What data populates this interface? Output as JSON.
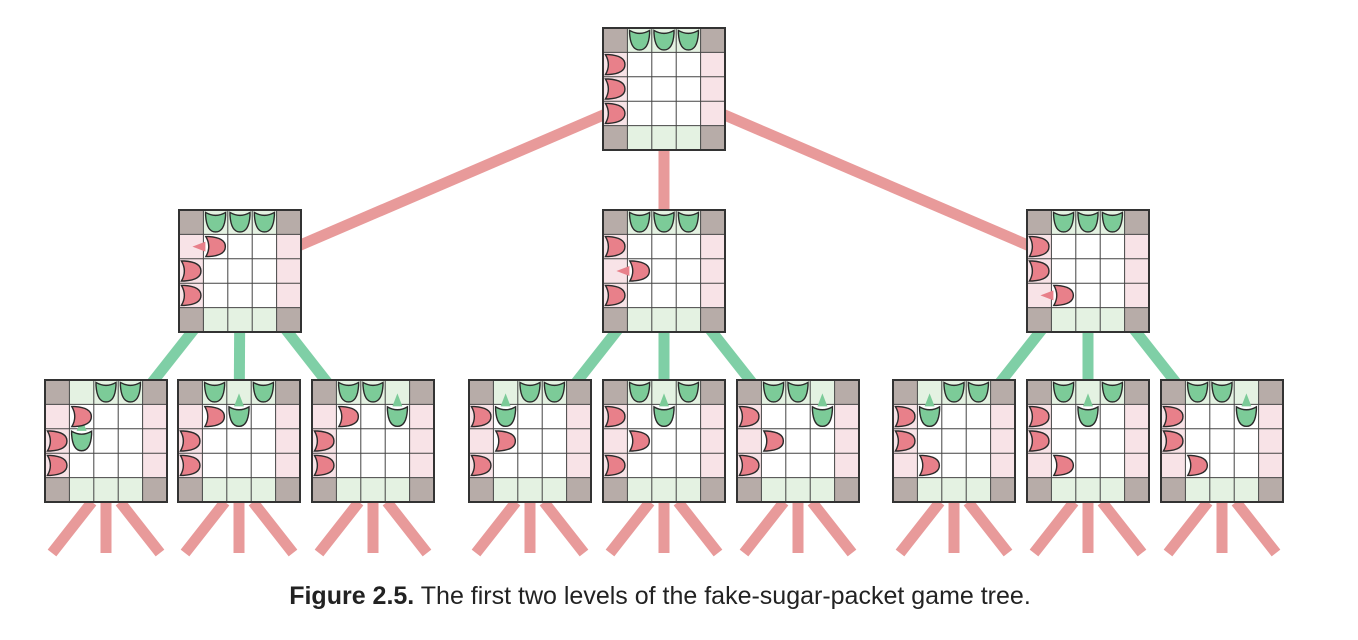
{
  "caption": {
    "label": "Figure 2.5.",
    "text": "The first two levels of the fake-sugar-packet game tree."
  },
  "colors": {
    "pink_edge": "#e89a9a",
    "green_edge": "#7fcfa6",
    "pink_piece": "#e8808a",
    "green_piece": "#7ccb98",
    "corner": "#b7aca8",
    "pink_zone": "#f8e3e7",
    "green_zone": "#e4f2e2",
    "grid_line": "#444444",
    "board_bg": "#ffffff"
  },
  "tree": {
    "root": {
      "pink": [
        [
          1,
          0
        ],
        [
          2,
          0
        ],
        [
          3,
          0
        ]
      ],
      "green": [
        [
          0,
          1
        ],
        [
          0,
          2
        ],
        [
          0,
          3
        ]
      ],
      "children": [
        {
          "pink": [
            [
              1,
              1
            ],
            [
              2,
              0
            ],
            [
              3,
              0
            ]
          ],
          "green": [
            [
              0,
              1
            ],
            [
              0,
              2
            ],
            [
              0,
              3
            ]
          ],
          "move": {
            "color": "pink",
            "to": [
              1,
              1
            ]
          },
          "children": [
            {
              "pink": [
                [
                  1,
                  1
                ],
                [
                  2,
                  0
                ],
                [
                  3,
                  0
                ]
              ],
              "green": [
                [
                  2,
                  1
                ],
                [
                  0,
                  2
                ],
                [
                  0,
                  3
                ]
              ],
              "move": {
                "color": "green",
                "to": [
                  2,
                  1
                ]
              }
            },
            {
              "pink": [
                [
                  1,
                  1
                ],
                [
                  2,
                  0
                ],
                [
                  3,
                  0
                ]
              ],
              "green": [
                [
                  0,
                  1
                ],
                [
                  1,
                  2
                ],
                [
                  0,
                  3
                ]
              ],
              "move": {
                "color": "green",
                "to": [
                  1,
                  2
                ]
              }
            },
            {
              "pink": [
                [
                  1,
                  1
                ],
                [
                  2,
                  0
                ],
                [
                  3,
                  0
                ]
              ],
              "green": [
                [
                  0,
                  1
                ],
                [
                  0,
                  2
                ],
                [
                  1,
                  3
                ]
              ],
              "move": {
                "color": "green",
                "to": [
                  1,
                  3
                ]
              }
            }
          ]
        },
        {
          "pink": [
            [
              1,
              0
            ],
            [
              2,
              1
            ],
            [
              3,
              0
            ]
          ],
          "green": [
            [
              0,
              1
            ],
            [
              0,
              2
            ],
            [
              0,
              3
            ]
          ],
          "move": {
            "color": "pink",
            "to": [
              2,
              1
            ]
          },
          "children": [
            {
              "pink": [
                [
                  1,
                  0
                ],
                [
                  2,
                  1
                ],
                [
                  3,
                  0
                ]
              ],
              "green": [
                [
                  1,
                  1
                ],
                [
                  0,
                  2
                ],
                [
                  0,
                  3
                ]
              ],
              "move": {
                "color": "green",
                "to": [
                  1,
                  1
                ]
              }
            },
            {
              "pink": [
                [
                  1,
                  0
                ],
                [
                  2,
                  1
                ],
                [
                  3,
                  0
                ]
              ],
              "green": [
                [
                  0,
                  1
                ],
                [
                  1,
                  2
                ],
                [
                  0,
                  3
                ]
              ],
              "move": {
                "color": "green",
                "to": [
                  1,
                  2
                ]
              }
            },
            {
              "pink": [
                [
                  1,
                  0
                ],
                [
                  2,
                  1
                ],
                [
                  3,
                  0
                ]
              ],
              "green": [
                [
                  0,
                  1
                ],
                [
                  0,
                  2
                ],
                [
                  1,
                  3
                ]
              ],
              "move": {
                "color": "green",
                "to": [
                  1,
                  3
                ]
              }
            }
          ]
        },
        {
          "pink": [
            [
              1,
              0
            ],
            [
              2,
              0
            ],
            [
              3,
              1
            ]
          ],
          "green": [
            [
              0,
              1
            ],
            [
              0,
              2
            ],
            [
              0,
              3
            ]
          ],
          "move": {
            "color": "pink",
            "to": [
              3,
              1
            ]
          },
          "children": [
            {
              "pink": [
                [
                  1,
                  0
                ],
                [
                  2,
                  0
                ],
                [
                  3,
                  1
                ]
              ],
              "green": [
                [
                  1,
                  1
                ],
                [
                  0,
                  2
                ],
                [
                  0,
                  3
                ]
              ],
              "move": {
                "color": "green",
                "to": [
                  1,
                  1
                ]
              }
            },
            {
              "pink": [
                [
                  1,
                  0
                ],
                [
                  2,
                  0
                ],
                [
                  3,
                  1
                ]
              ],
              "green": [
                [
                  0,
                  1
                ],
                [
                  1,
                  2
                ],
                [
                  0,
                  3
                ]
              ],
              "move": {
                "color": "green",
                "to": [
                  1,
                  2
                ]
              }
            },
            {
              "pink": [
                [
                  1,
                  0
                ],
                [
                  2,
                  0
                ],
                [
                  3,
                  1
                ]
              ],
              "green": [
                [
                  0,
                  1
                ],
                [
                  0,
                  2
                ],
                [
                  1,
                  3
                ]
              ],
              "move": {
                "color": "green",
                "to": [
                  1,
                  3
                ]
              }
            }
          ]
        }
      ]
    }
  }
}
